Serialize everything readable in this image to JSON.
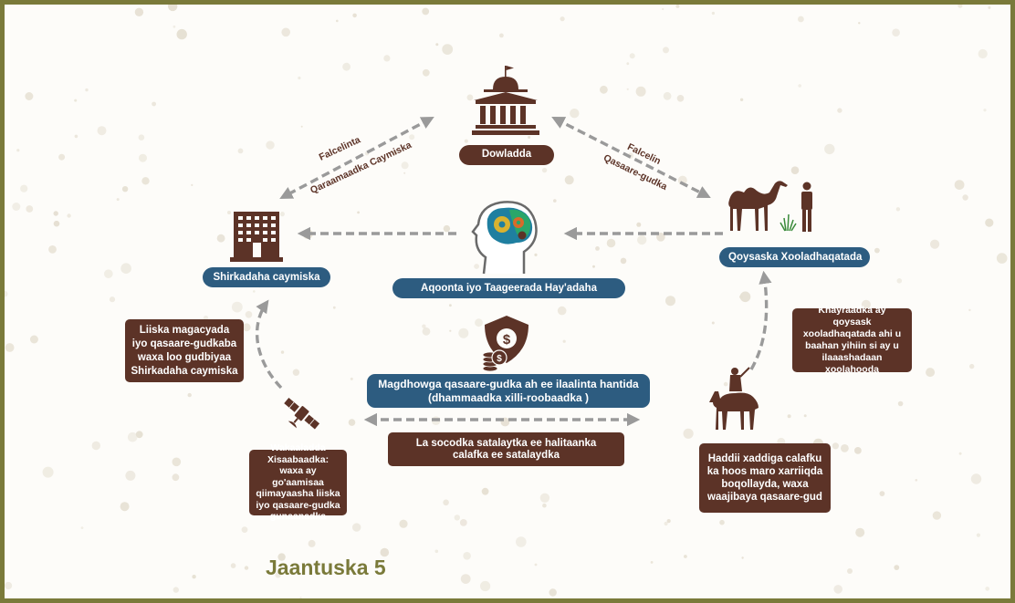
{
  "labels": {
    "government": "Dowladda",
    "private_companies": "Shirkadaha caymiska",
    "livestock_owners": "Qoysaska Xooladhaqatada",
    "knowledge_support": "Aqoonta iyo Taageerada Hay'adaha",
    "insurance_model": "Magdhowga qasaare-gudka ah ee ilaalinta hantida (dhammaadka xilli-roobaadka )",
    "satellite_flow": "La socodka satalaytka ee halitaanka calafka ee satalaydka",
    "list_box": "Liiska magacyada iyo qasaare-gudkaba waxa loo gudbiyaa Shirkadaha caymiska",
    "agency_box": "Wakaaladda Xisaabaadka: waxa ay go'aamisaa qiimayaasha liiska iyo qasaare-gudka gunaanadka",
    "herders_box": "Khayraadka ay qoysask xooladhaqatada ahi u baahan yihiin si ay u ilaaashadaan xoolahooda",
    "payout_box": "Haddii xaddiga calafku ka hoos maro xarriiqda boqollayda, waxa waajibaya qasaare-gud"
  },
  "arrow_labels": {
    "gov_left_top": "Falcelinta",
    "gov_left_bottom": "Qaraamaadka Caymiska",
    "gov_right_top": "Falcelin",
    "gov_right_bottom": "Qasaare-gudka"
  },
  "caption": "Jaantuska 5",
  "colors": {
    "brown": "#5c3327",
    "blue": "#2d5c80",
    "olive": "#7a7a3a",
    "arrow_grey": "#9a9a9a",
    "dots": "#e6e0d3"
  },
  "icons": [
    "building-icon",
    "office-building-icon",
    "camel-herder-icon",
    "brain-gears-icon",
    "shield-dollar-icon",
    "satellite-icon",
    "camel-rider-icon"
  ]
}
